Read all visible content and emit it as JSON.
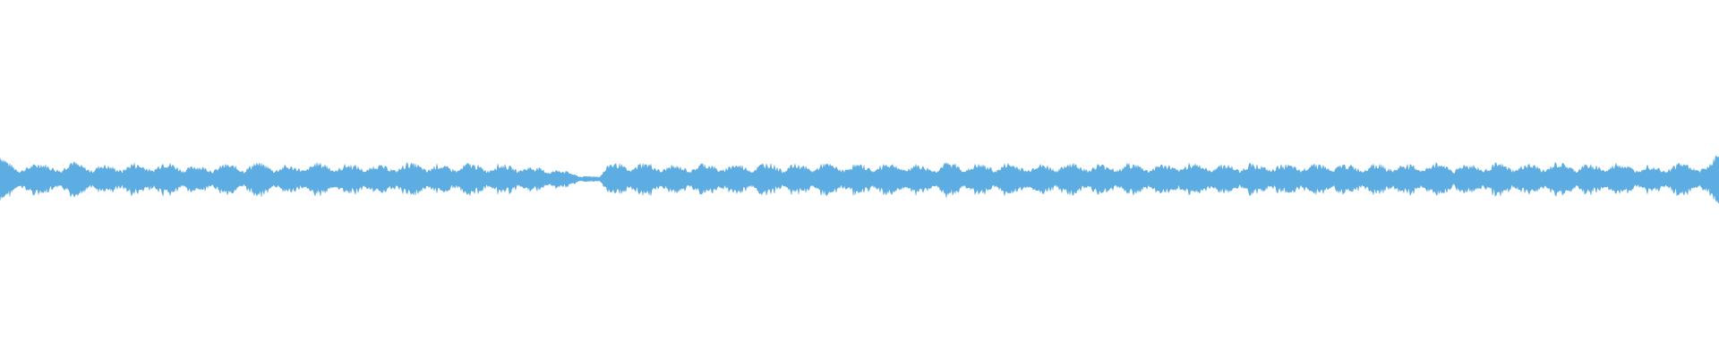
{
  "waveform": {
    "color": "#5DADE2",
    "background": "#ffffff",
    "amplitude_envelope": [
      0.95,
      0.55,
      0.3,
      0.5,
      0.6,
      0.45,
      0.3,
      0.7,
      0.5,
      0.3,
      0.55,
      0.45,
      0.3,
      0.6,
      0.5,
      0.3,
      0.65,
      0.55,
      0.3,
      0.5,
      0.45,
      0.3,
      0.55,
      0.5,
      0.3,
      0.6,
      0.55,
      0.3,
      0.5,
      0.45,
      0.3,
      0.6,
      0.55,
      0.3,
      0.55,
      0.5,
      0.3,
      0.55,
      0.45,
      0.3,
      0.6,
      0.55,
      0.3,
      0.55,
      0.45,
      0.3,
      0.6,
      0.5,
      0.3,
      0.55,
      0.5,
      0.3,
      0.45,
      0.4,
      0.25,
      0.35,
      0.25,
      0.08,
      0.1,
      0.08,
      0.6,
      0.55,
      0.3,
      0.6,
      0.55,
      0.3,
      0.5,
      0.45,
      0.3,
      0.6,
      0.5,
      0.3,
      0.55,
      0.5,
      0.3,
      0.6,
      0.55,
      0.3,
      0.55,
      0.5,
      0.3,
      0.6,
      0.5,
      0.3,
      0.55,
      0.5,
      0.3,
      0.6,
      0.55,
      0.3,
      0.55,
      0.45,
      0.3,
      0.6,
      0.55,
      0.3,
      0.55,
      0.5,
      0.3,
      0.6,
      0.5,
      0.3,
      0.55,
      0.5,
      0.3,
      0.6,
      0.55,
      0.3,
      0.55,
      0.5,
      0.3,
      0.6,
      0.5,
      0.3,
      0.55,
      0.5,
      0.3,
      0.6,
      0.55,
      0.3,
      0.55,
      0.5,
      0.3,
      0.6,
      0.5,
      0.3,
      0.55,
      0.5,
      0.3,
      0.6,
      0.55,
      0.3,
      0.55,
      0.5,
      0.3,
      0.6,
      0.5,
      0.3,
      0.55,
      0.5,
      0.3,
      0.6,
      0.55,
      0.3,
      0.55,
      0.5,
      0.3,
      0.6,
      0.5,
      0.3,
      0.55,
      0.5,
      0.3,
      0.6,
      0.55,
      0.3,
      0.55,
      0.5,
      0.3,
      0.6,
      0.5,
      0.3,
      0.55,
      0.45,
      0.3,
      0.6,
      0.55,
      0.3,
      0.5,
      0.95
    ]
  }
}
